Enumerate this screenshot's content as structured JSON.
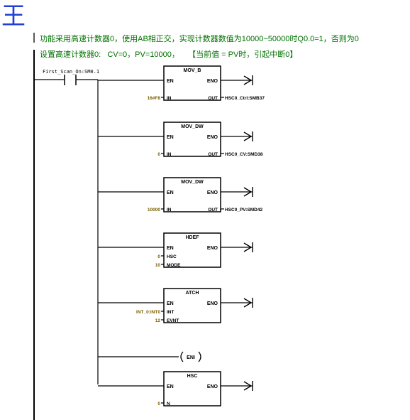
{
  "handwriting": "王",
  "comment": "功能采用高速计数器0，使用AB相正交，实现计数器数值为10000~50000时Q0.0=1，否则为0",
  "subcomment": "设置高速计数器0:   CV=0，PV=10000，    【当前值 = PV时，引起中断0】",
  "contact": {
    "label": "First_Scan_On:SM0.1"
  },
  "blocks": [
    {
      "title": "MOV_B",
      "en": "EN",
      "eno": "ENO",
      "inputs": [
        {
          "pin": "IN",
          "value": "16#F8"
        }
      ],
      "outputs": [
        {
          "pin": "OUT",
          "value": "HSC0_Ctrl:SMB37"
        }
      ]
    },
    {
      "title": "MOV_DW",
      "en": "EN",
      "eno": "ENO",
      "inputs": [
        {
          "pin": "IN",
          "value": "0"
        }
      ],
      "outputs": [
        {
          "pin": "OUT",
          "value": "HSC0_CV:SMD38"
        }
      ]
    },
    {
      "title": "MOV_DW",
      "en": "EN",
      "eno": "ENO",
      "inputs": [
        {
          "pin": "IN",
          "value": "10000"
        }
      ],
      "outputs": [
        {
          "pin": "OUT",
          "value": "HSC0_PV:SMD42"
        }
      ]
    },
    {
      "title": "HDEF",
      "en": "EN",
      "eno": "ENO",
      "inputs": [
        {
          "pin": "HSC",
          "value": "0"
        },
        {
          "pin": "MODE",
          "value": "10"
        }
      ],
      "outputs": []
    },
    {
      "title": "ATCH",
      "en": "EN",
      "eno": "ENO",
      "inputs": [
        {
          "pin": "INT",
          "value": "INT_0:INT0"
        },
        {
          "pin": "EVNT",
          "value": "12"
        }
      ],
      "outputs": []
    },
    {
      "title": "HSC",
      "en": "EN",
      "eno": "ENO",
      "inputs": [
        {
          "pin": "N",
          "value": "0"
        }
      ],
      "outputs": []
    }
  ],
  "eni": {
    "label": "ENI"
  },
  "colors": {
    "comment": "#007000",
    "handwriting": "#1f3fd8",
    "operand_value": "#7a6000",
    "line": "#000000",
    "bracket": "#5a5a5a"
  }
}
